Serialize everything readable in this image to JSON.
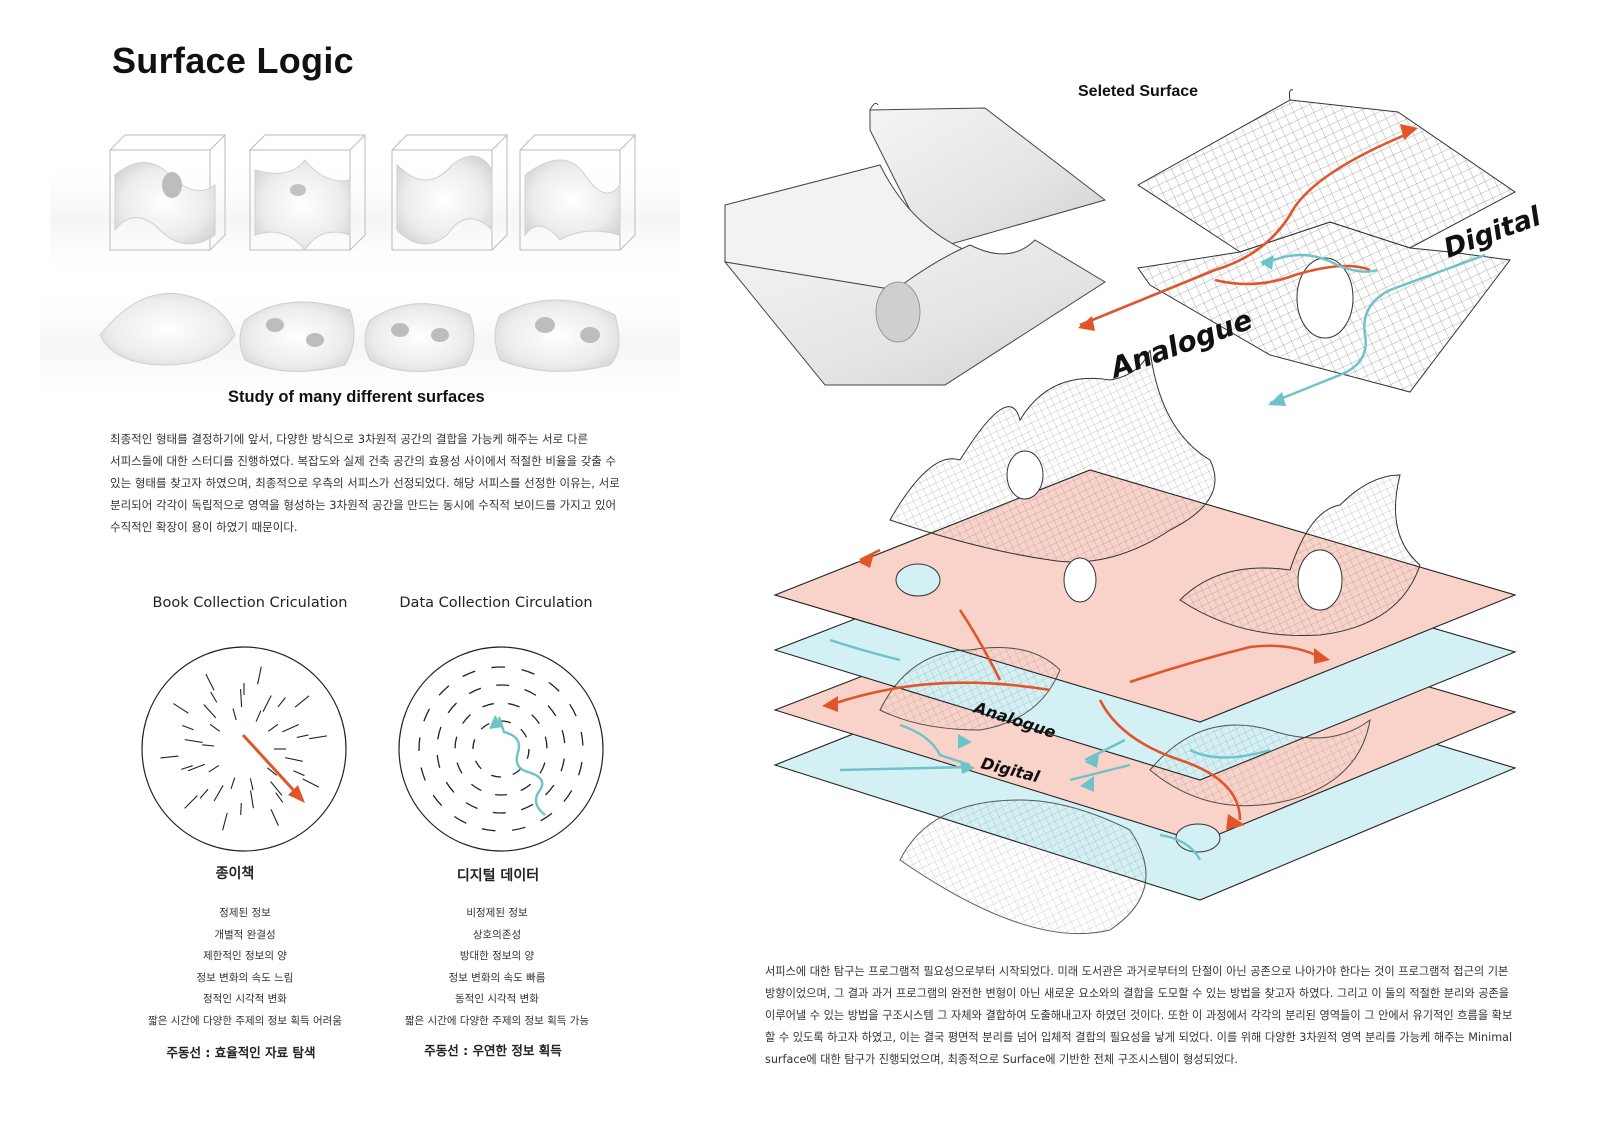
{
  "title": "Surface Logic",
  "study": {
    "caption": "Study of many different surfaces"
  },
  "intro_paragraph": [
    "최종적인 형태를 결정하기에 앞서,  다양한 방식으로 3차원적 공간의 결합을 가능케 해주는 서로 다른",
    "서피스들에 대한 스터디를 진행하였다. 복잡도와 실제 건축 공간의 효용성 사이에서 적절한 비율을 갖출 수",
    "있는 형태를 찾고자 하였으며, 최종적으로 우측의 서피스가 선정되었다.  해당 서피스를 선정한 이유는, 서로",
    "분리되어 각각이 독립적으로 영역을 형성하는 3차원적 공간을 만드는 동시에 수직적 보이드를 가지고 있어",
    "수직적인 확장이 용이 하였기 때문이다."
  ],
  "circulation": {
    "book": {
      "title": "Book Collection Criculation",
      "name": "종이책",
      "traits": [
        "정제된 정보",
        "개별적 완결성",
        "제한적인 정보의 양",
        "정보 변화의 속도 느림",
        "정적인 시각적 변화",
        "짧은 시간에 다양한 주제의 정보 획득 어려움"
      ],
      "footer": "주동선 : 효율적인 자료 탐색"
    },
    "data": {
      "title": "Data Collection Circulation",
      "name": "디지털 데이터",
      "traits": [
        "비정제된 정보",
        "상호의존성",
        "방대한 정보의 양",
        "정보 변화의 속도 빠름",
        "동적인 시각적 변화",
        "짧은 시간에 다양한 주제의 정보 획득 가능"
      ],
      "footer": "주동선 : 우연한 정보 획득"
    }
  },
  "selected": {
    "caption": "Seleted Surface",
    "analogue_label": "Analogue",
    "digital_label": "Digital"
  },
  "stack": {
    "analogue_label": "Analogue",
    "digital_label": "Digital"
  },
  "conclusion_paragraph": [
    "서피스에 대한 탐구는 프로그램적 필요성으로부터 시작되었다. 미래 도서관은 과거로부터의 단절이 아닌 공존으로 나아가야 한다는 것이 프로그램적 접근의 기본",
    "방향이었으며, 그 결과 과거 프로그램의 완전한 변형이 아닌 새로운 요소와의 결합을 도모할 수 있는 방법을 찾고자 하였다.  그리고 이 둘의 적절한 분리와 공존을",
    "이루어낼 수 있는 방법을 구조시스템 그 자체와 결합하여 도출해내고자 하였던 것이다.  또한 이 과정에서 각각의 분리된 영역들이 그 안에서 유기적인 흐름을 확보",
    "할 수 있도록 하고자 하였고, 이는 결국 평면적 분리를 넘어 입체적 결합의  필요성을 낳게 되었다. 이를 위해 다양한 3차원적 영역 분리를 가능케 해주는 Minimal",
    "surface에 대한 탐구가 진행되었으며, 최종적으로 Surface에 기반한 전체 구조시스템이 형성되었다."
  ],
  "colors": {
    "analogue": "#e0562a",
    "digital": "#6cc3c9",
    "analogue_plate": "#f9d3c9",
    "digital_plate": "#d3f0f4"
  }
}
